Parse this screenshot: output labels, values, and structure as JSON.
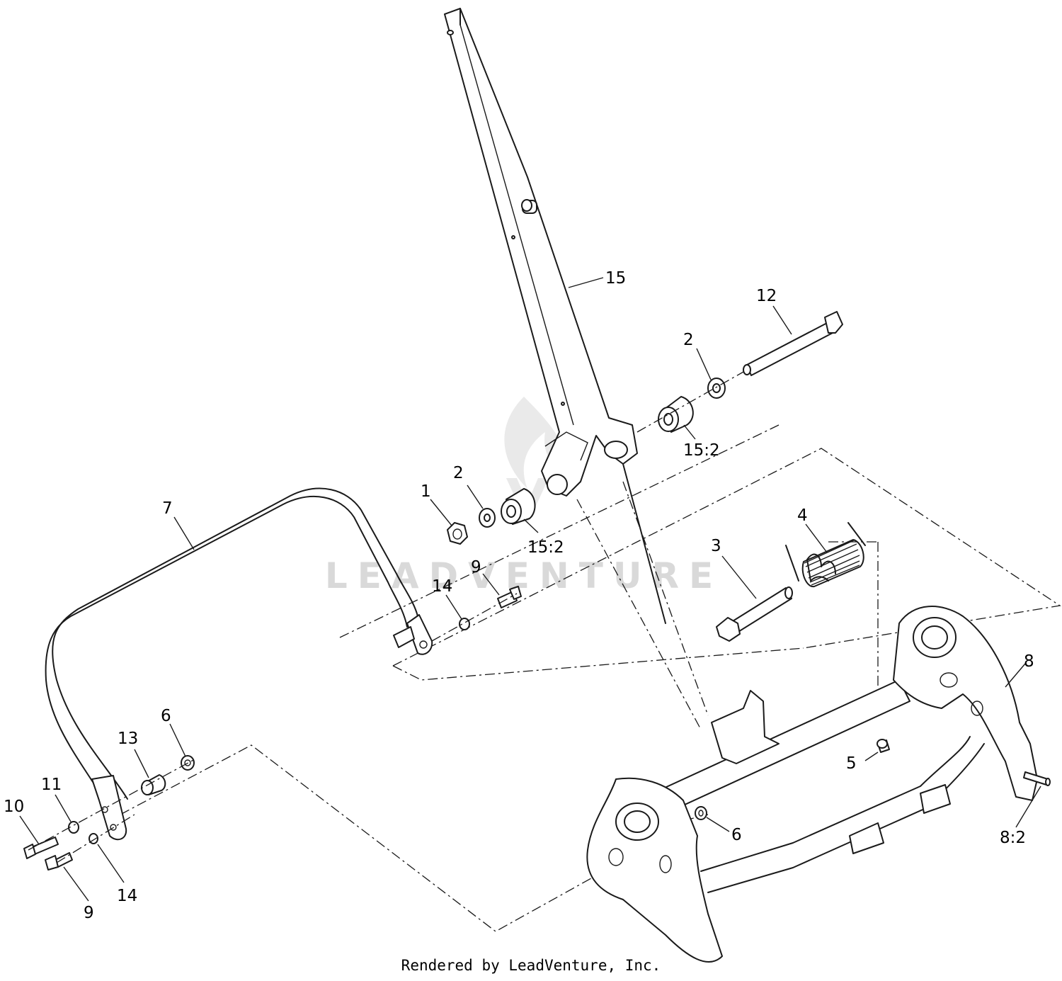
{
  "watermark": "LEADVENTURE",
  "credit": "Rendered by LeadVenture, Inc.",
  "callouts": [
    {
      "id": "c15",
      "label": "15"
    },
    {
      "id": "c12",
      "label": "12"
    },
    {
      "id": "c2a",
      "label": "2"
    },
    {
      "id": "c15-2a",
      "label": "15:2"
    },
    {
      "id": "c1",
      "label": "1"
    },
    {
      "id": "c2b",
      "label": "2"
    },
    {
      "id": "c15-2b",
      "label": "15:2"
    },
    {
      "id": "c7",
      "label": "7"
    },
    {
      "id": "c4",
      "label": "4"
    },
    {
      "id": "c3",
      "label": "3"
    },
    {
      "id": "c9a",
      "label": "9"
    },
    {
      "id": "c14a",
      "label": "14"
    },
    {
      "id": "c8",
      "label": "8"
    },
    {
      "id": "c6a",
      "label": "6"
    },
    {
      "id": "c13",
      "label": "13"
    },
    {
      "id": "c5",
      "label": "5"
    },
    {
      "id": "c11",
      "label": "11"
    },
    {
      "id": "c10",
      "label": "10"
    },
    {
      "id": "c6b",
      "label": "6"
    },
    {
      "id": "c8-2",
      "label": "8:2"
    },
    {
      "id": "c14b",
      "label": "14"
    },
    {
      "id": "c9b",
      "label": "9"
    }
  ]
}
